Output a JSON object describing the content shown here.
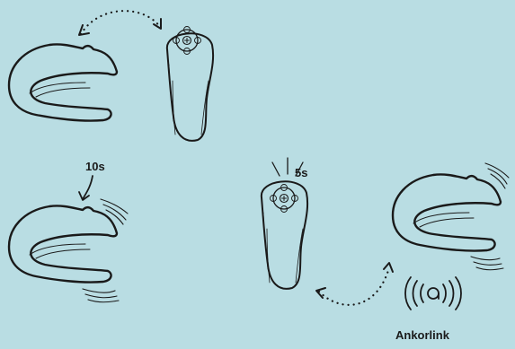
{
  "labels": {
    "timer_left": "10s",
    "timer_right": "5s",
    "app_name": "Ankorlink"
  },
  "colors": {
    "background": "#b9dde3",
    "ink": "#1a1a1a"
  },
  "icons": [
    "device-icon",
    "remote-icon",
    "vibration-waves-icon",
    "broadcast-icon",
    "dotted-arrow-icon"
  ]
}
